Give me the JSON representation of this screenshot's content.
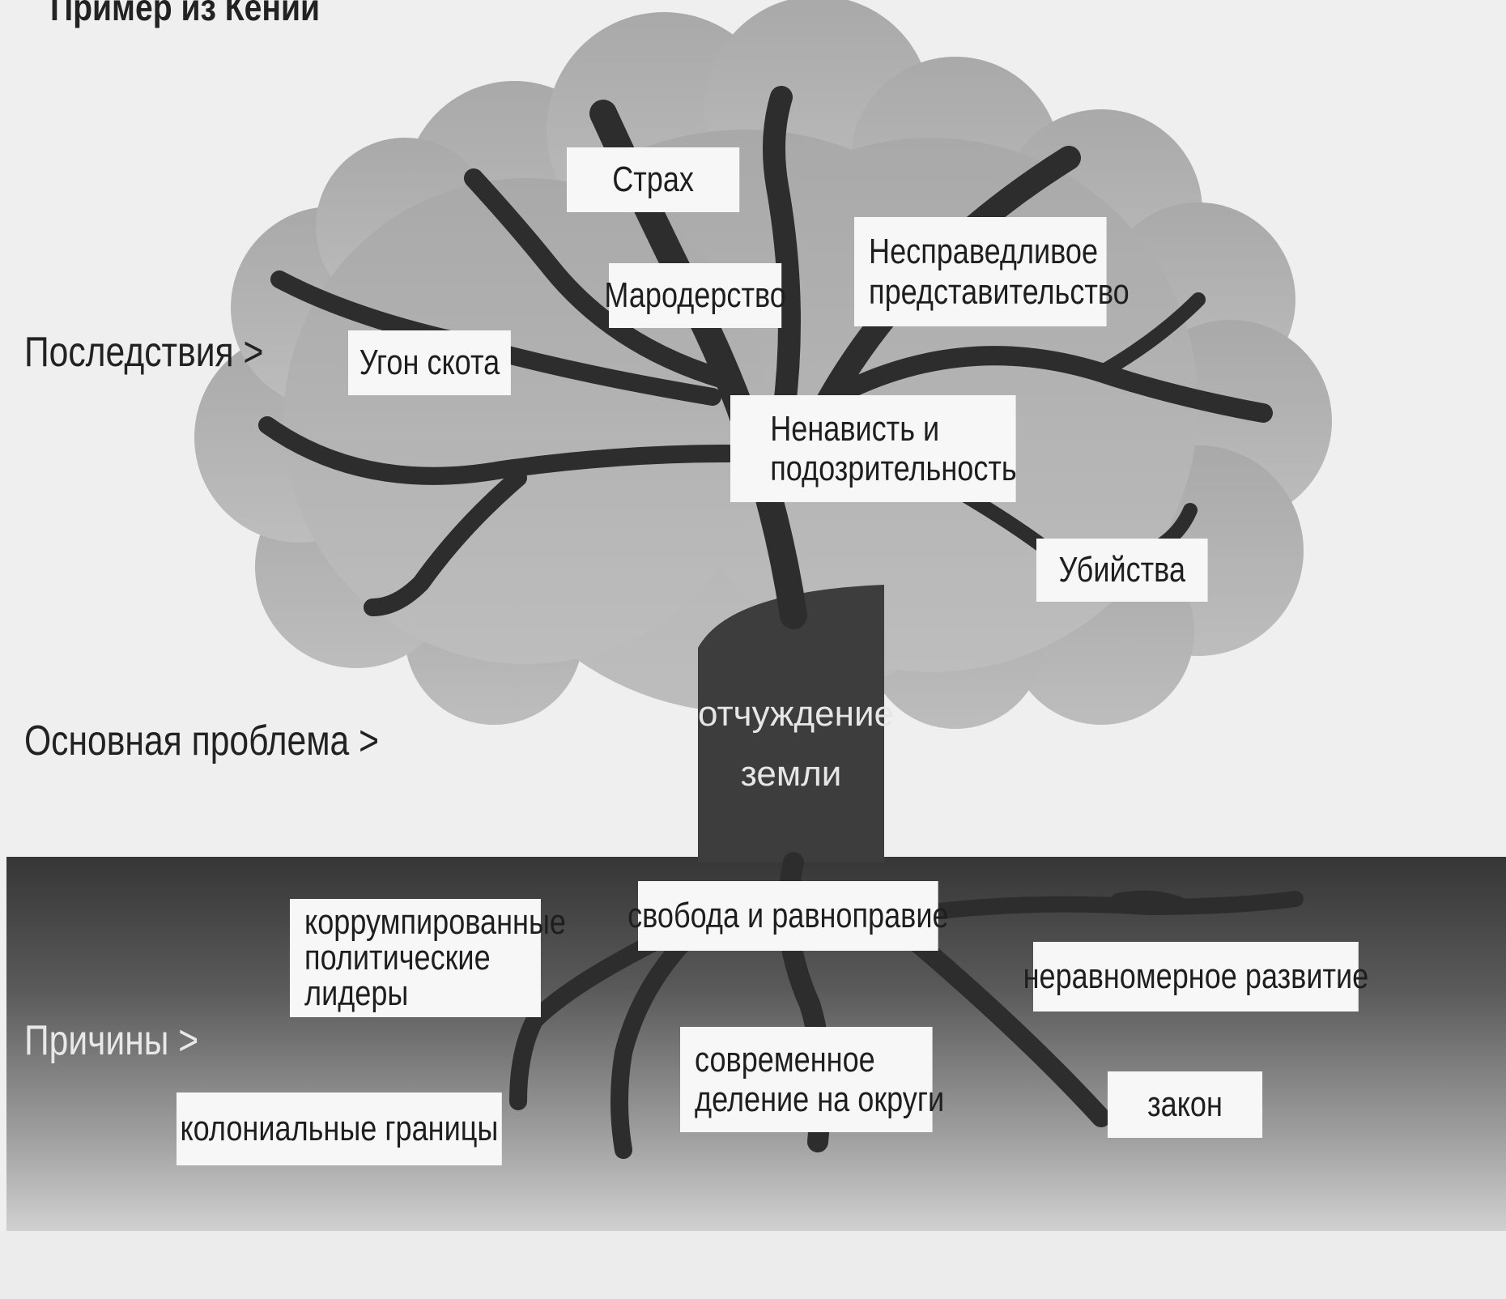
{
  "page_title": "Пример из Кении",
  "side_labels": {
    "consequences": "Последствия >",
    "core_problem": "Основная проблема >",
    "causes": "Причины >"
  },
  "core_problem": [
    "отчуждение",
    "земли"
  ],
  "consequences": {
    "fear": "Страх",
    "looting": "Мародерство",
    "unfair_representation": [
      "Несправедливое",
      "представительство"
    ],
    "cattle_rustling": "Угон скота",
    "hatred_suspicion": [
      "Ненависть и",
      "подозрительность"
    ],
    "killings": "Убийства"
  },
  "causes": {
    "freedom_equality": "свобода и равноправие",
    "corrupt_leaders": [
      "коррумпированные",
      "политические",
      "лидеры"
    ],
    "uneven_development": "неравномерное развитие",
    "colonial_borders": "колониальные границы",
    "modern_districts": [
      "современное",
      "деление на округи"
    ],
    "law": "закон"
  },
  "colors": {
    "background": "#efefef",
    "crown": "#b3b3b3",
    "branches": "#2d2d2d",
    "trunk": "#3d3d3d",
    "ground_top": "#363636",
    "ground_bottom": "#d4d4d4",
    "label_bg": "#f7f7f7"
  }
}
